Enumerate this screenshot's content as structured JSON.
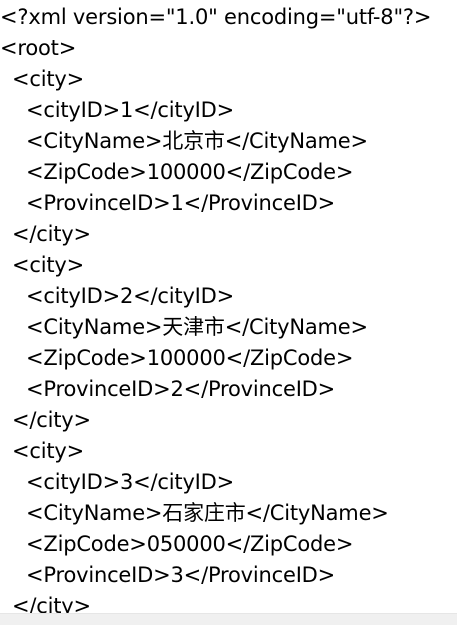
{
  "document": {
    "lines": [
      {
        "indent": 0,
        "text": "<?xml version=\"1.0\" encoding=\"utf-8\"?>"
      },
      {
        "indent": 0,
        "text": "<root>"
      },
      {
        "indent": 1,
        "text": "<city>"
      },
      {
        "indent": 2,
        "text": "<cityID>1</cityID>"
      },
      {
        "indent": 2,
        "text": "<CityName>北京市</CityName>"
      },
      {
        "indent": 2,
        "text": "<ZipCode>100000</ZipCode>"
      },
      {
        "indent": 2,
        "text": "<ProvinceID>1</ProvinceID>"
      },
      {
        "indent": 1,
        "text": "</city>"
      },
      {
        "indent": 1,
        "text": "<city>"
      },
      {
        "indent": 2,
        "text": "<cityID>2</cityID>"
      },
      {
        "indent": 2,
        "text": "<CityName>天津市</CityName>"
      },
      {
        "indent": 2,
        "text": "<ZipCode>100000</ZipCode>"
      },
      {
        "indent": 2,
        "text": "<ProvinceID>2</ProvinceID>"
      },
      {
        "indent": 1,
        "text": "</city>"
      },
      {
        "indent": 1,
        "text": "<city>"
      },
      {
        "indent": 2,
        "text": "<cityID>3</cityID>"
      },
      {
        "indent": 2,
        "text": "<CityName>石家庄市</CityName>"
      },
      {
        "indent": 2,
        "text": "<ZipCode>050000</ZipCode>"
      },
      {
        "indent": 2,
        "text": "<ProvinceID>3</ProvinceID>"
      },
      {
        "indent": 1,
        "text": "</city>"
      }
    ]
  }
}
